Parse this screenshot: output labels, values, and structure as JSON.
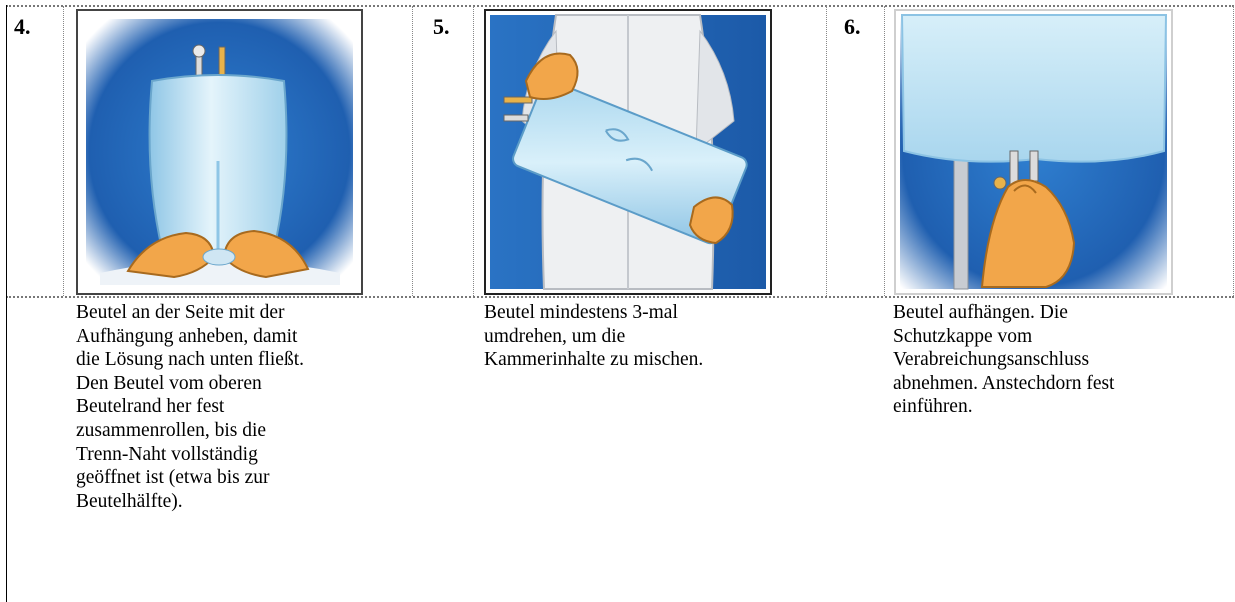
{
  "steps": [
    {
      "number": "4.",
      "text": "Beutel an der Seite mit der Aufhängung anheben, damit die Lösung nach unten fließt. Den Beutel vom oberen Beutelrand her fest zusammenrollen, bis die Trenn-Naht vollständig geöffnet ist (etwa bis zur Beutelhälfte)."
    },
    {
      "number": "5.",
      "text": "Beutel mindestens 3-mal umdrehen, um die Kammerinhalte zu mischen."
    },
    {
      "number": "6.",
      "text": "Beutel aufhängen. Die Schutzkappe vom Verabreichungsanschluss abnehmen. Anstechdorn fest einführen."
    }
  ],
  "colors": {
    "background_blue": "#1f5fb0",
    "bag_blue": "#bfe3f3",
    "hand_orange": "#f2a64a",
    "coat_white": "#eef0f2"
  }
}
